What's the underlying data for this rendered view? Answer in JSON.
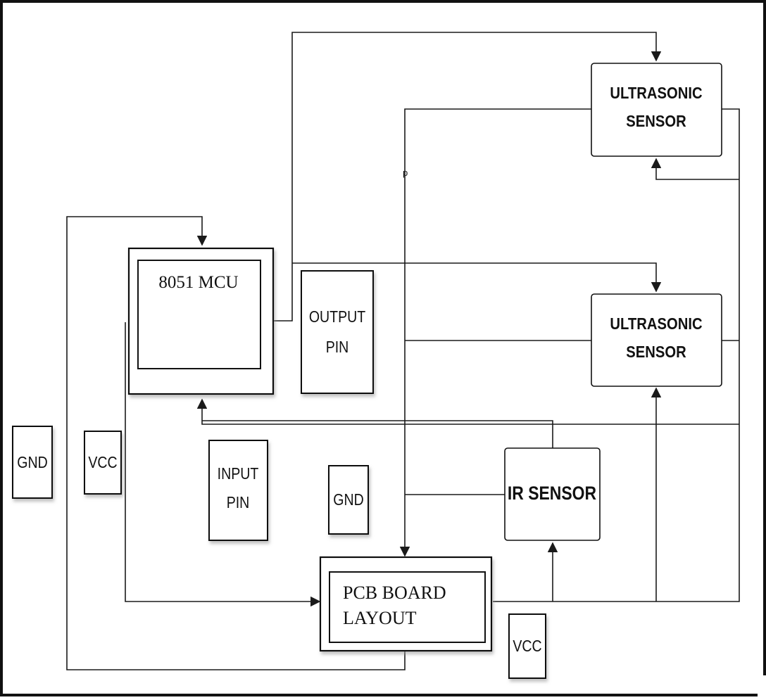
{
  "diagram": {
    "blocks": {
      "mcu": {
        "label": "8051 MCU"
      },
      "output_pin": {
        "line1": "OUTPUT",
        "line2": "PIN"
      },
      "ultrasonic_top": {
        "line1": "ULTRASONIC",
        "line2": "SENSOR"
      },
      "ultrasonic_mid": {
        "line1": "ULTRASONIC",
        "line2": "SENSOR"
      },
      "gnd_left": {
        "label": "GND"
      },
      "vcc_left": {
        "label": "VCC"
      },
      "input_pin": {
        "line1": "INPUT",
        "line2": "PIN"
      },
      "gnd_center": {
        "label": "GND"
      },
      "ir_sensor": {
        "label": "IR SENSOR"
      },
      "pcb": {
        "line1": "PCB BOARD",
        "line2": "LAYOUT"
      },
      "vcc_bottom": {
        "label": "VCC"
      }
    },
    "wire_mark": "p"
  },
  "colors": {
    "frame": "#111111",
    "wire": "#1a1a1a",
    "box_fill": "#ffffff",
    "shadow": "#c9c9c9"
  }
}
